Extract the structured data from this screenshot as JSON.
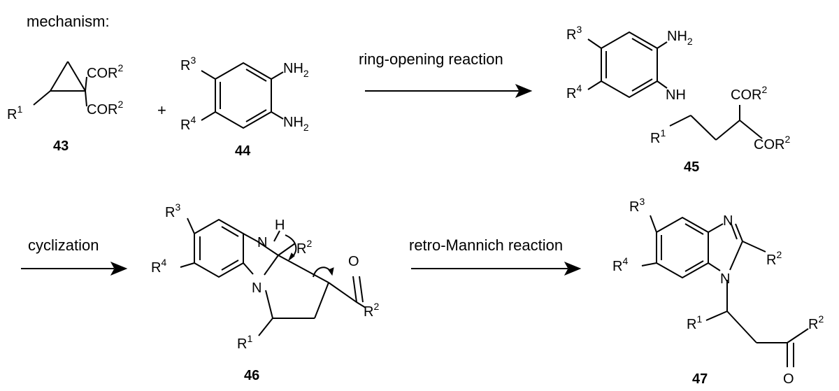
{
  "header": {
    "mechanism": "mechanism:"
  },
  "compounds": {
    "c43": "43",
    "c44": "44",
    "c45": "45",
    "c46": "46",
    "c47": "47"
  },
  "reactions": {
    "ring_opening": "ring-opening reaction",
    "cyclization": "cyclization",
    "retro_mannich": "retro-Mannich reaction",
    "plus": "+"
  },
  "atoms": {
    "R": "R",
    "NH2": "NH",
    "NH": "NH",
    "N": "N",
    "H": "H",
    "O": "O",
    "COR": "COR",
    "n1": "1",
    "n2": "2",
    "n3": "3",
    "n4": "4"
  }
}
